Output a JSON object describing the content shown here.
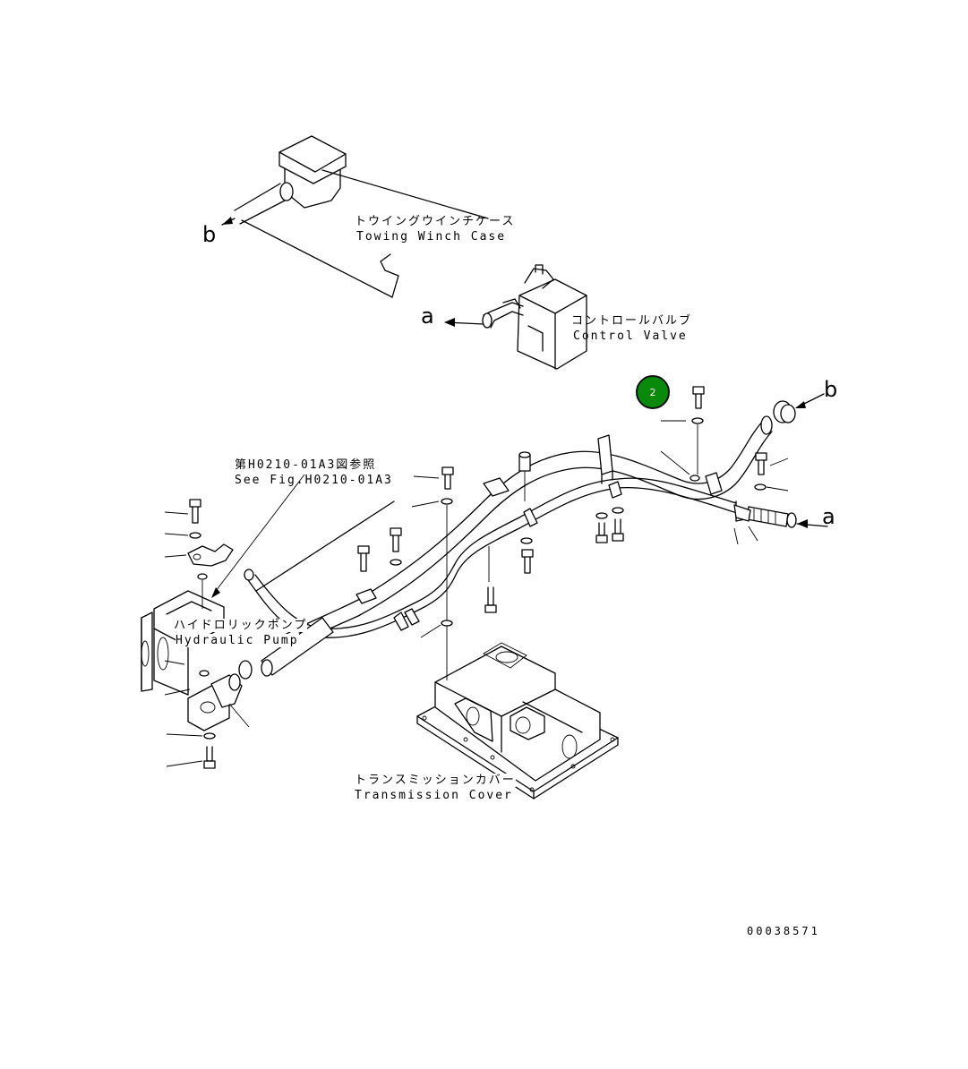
{
  "labels": {
    "towing_winch_jp": "トウイングウインチケース",
    "towing_winch_en": "Towing Winch Case",
    "control_valve_jp": "コントロールバルブ",
    "control_valve_en": "Control Valve",
    "see_fig_jp": "第H0210-01A3図参照",
    "see_fig_en": "See Fig.H0210-01A3",
    "hyd_pump_jp": "ハイドロリックポンプ",
    "hyd_pump_en": "Hydraulic Pump",
    "trans_cover_jp": "トランスミッションカバー",
    "trans_cover_en": "Transmission Cover"
  },
  "connectors": {
    "b_top": "b",
    "a_top": "a",
    "b_right": "b",
    "a_right": "a"
  },
  "callout": {
    "number": "2",
    "color": "#0a8a0a"
  },
  "drawing_number": "00038571"
}
